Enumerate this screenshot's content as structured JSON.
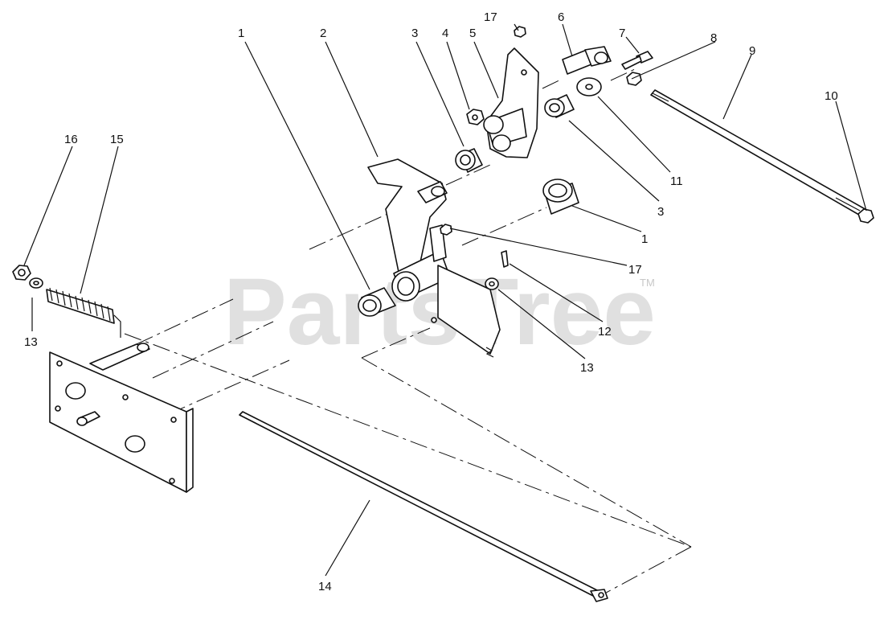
{
  "diagram": {
    "watermark": "PartsTree",
    "watermark_mark": "TM",
    "callouts": [
      {
        "id": "c1a",
        "text": "1"
      },
      {
        "id": "c2",
        "text": "2"
      },
      {
        "id": "c3a",
        "text": "3"
      },
      {
        "id": "c4",
        "text": "4"
      },
      {
        "id": "c5",
        "text": "5"
      },
      {
        "id": "c17a",
        "text": "17"
      },
      {
        "id": "c6",
        "text": "6"
      },
      {
        "id": "c7",
        "text": "7"
      },
      {
        "id": "c8",
        "text": "8"
      },
      {
        "id": "c9",
        "text": "9"
      },
      {
        "id": "c10",
        "text": "10"
      },
      {
        "id": "c11",
        "text": "11"
      },
      {
        "id": "c3b",
        "text": "3"
      },
      {
        "id": "c1b",
        "text": "1"
      },
      {
        "id": "c17b",
        "text": "17"
      },
      {
        "id": "c12",
        "text": "12"
      },
      {
        "id": "c13a",
        "text": "13"
      },
      {
        "id": "c16",
        "text": "16"
      },
      {
        "id": "c15",
        "text": "15"
      },
      {
        "id": "c13b",
        "text": "13"
      },
      {
        "id": "c14",
        "text": "14"
      }
    ]
  }
}
